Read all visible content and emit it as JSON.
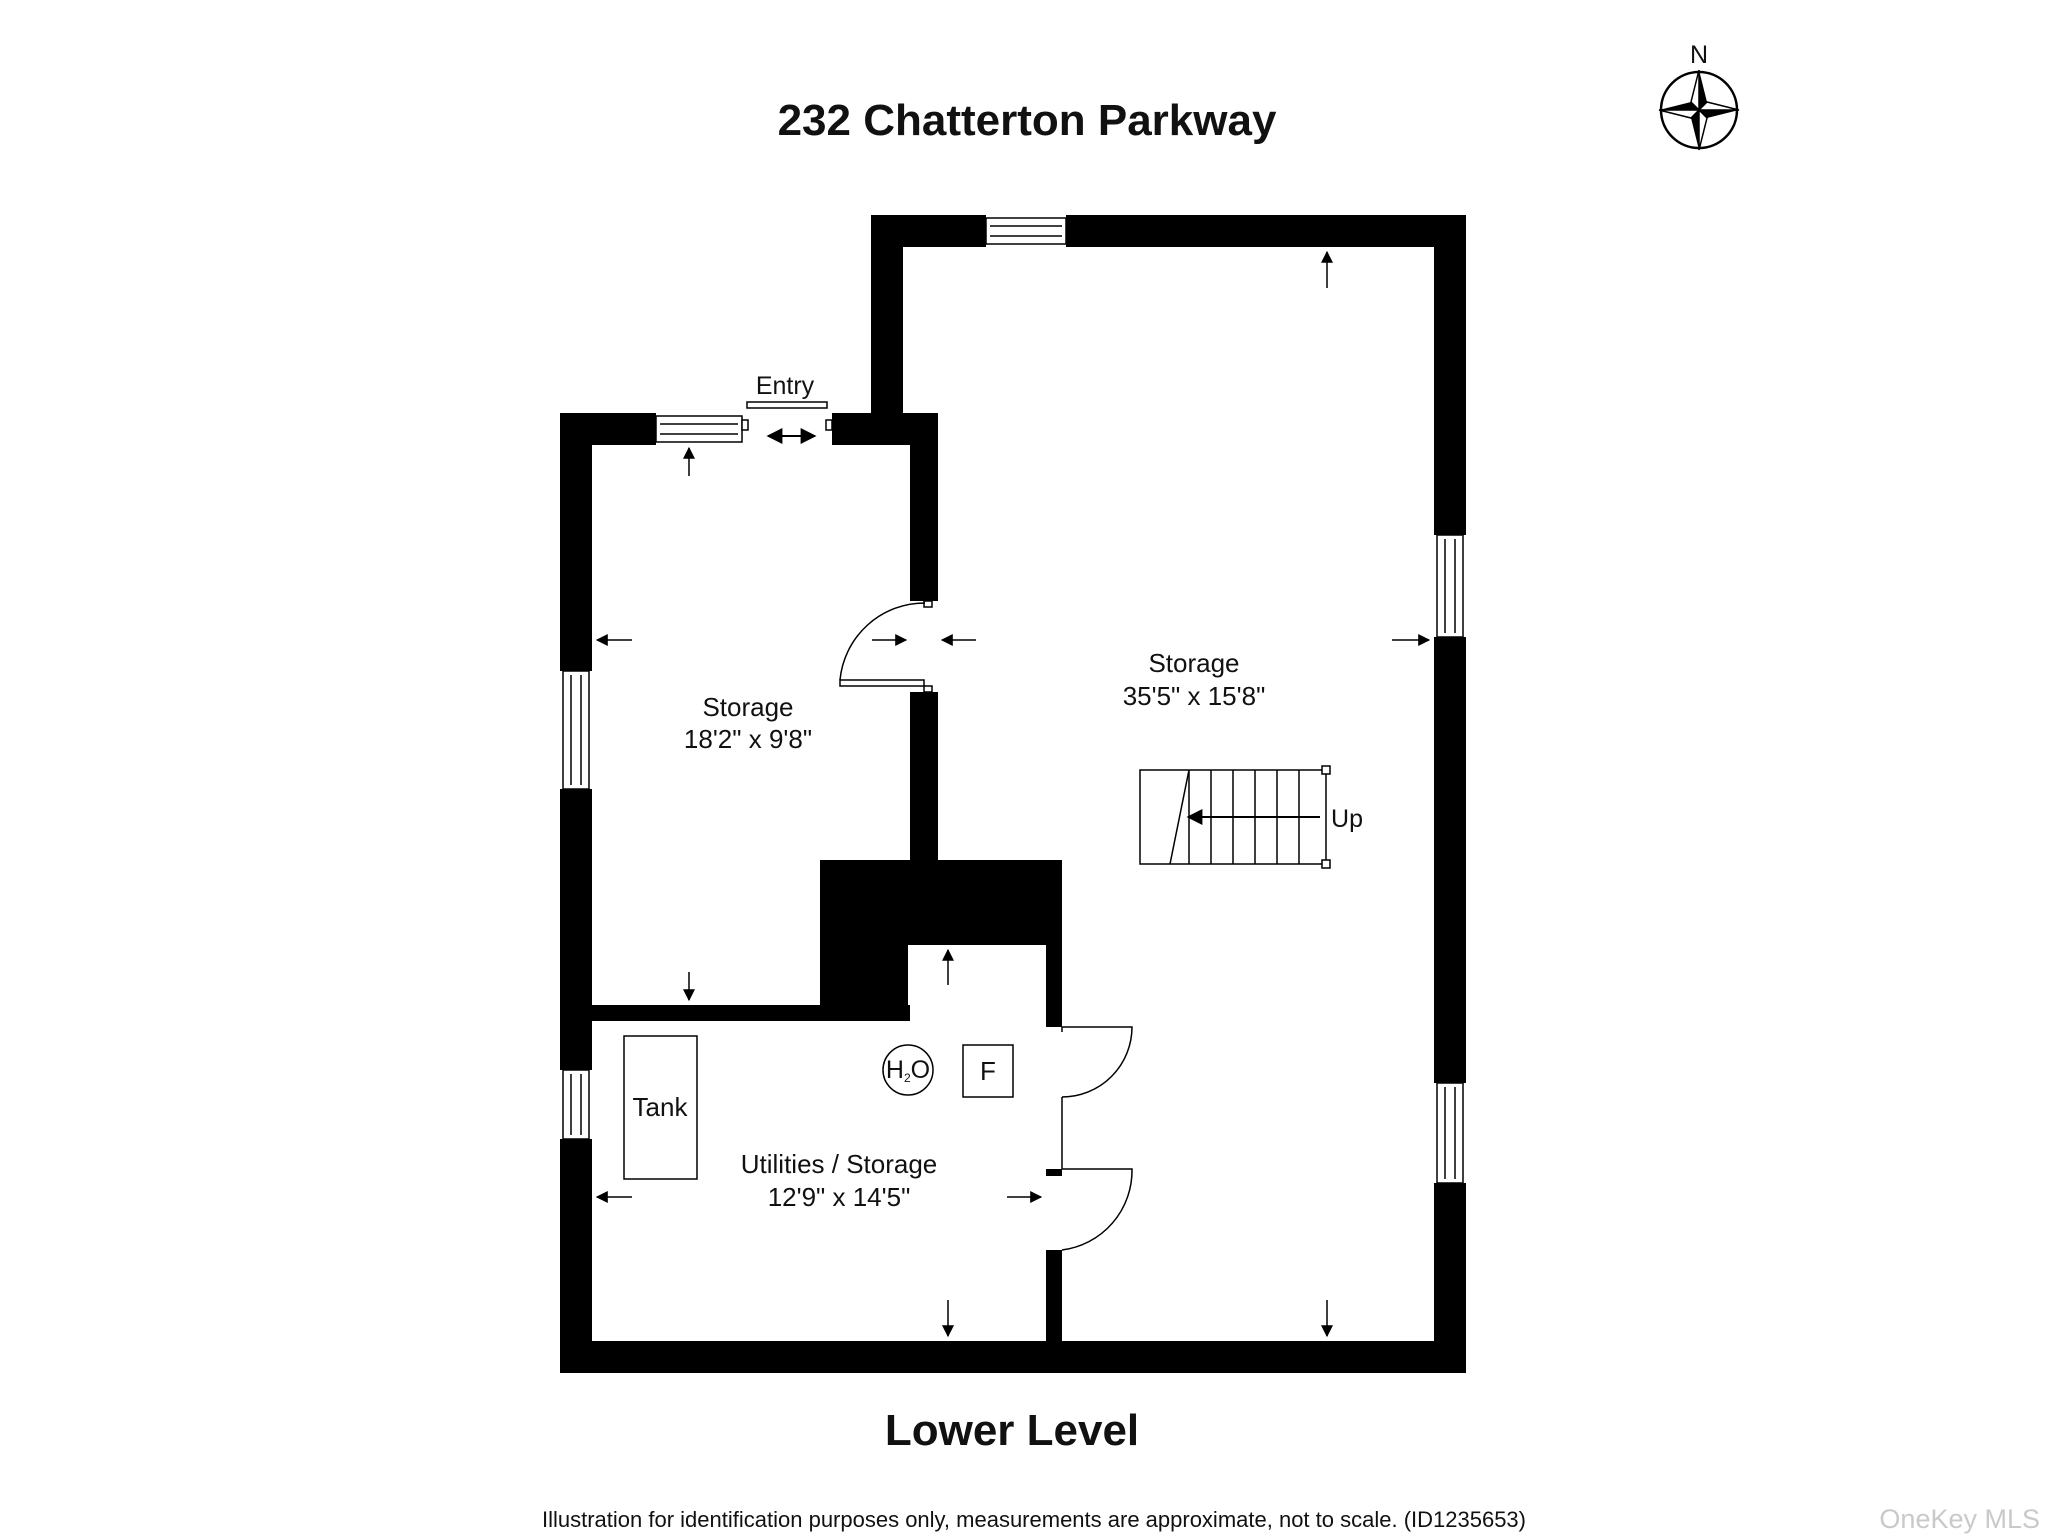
{
  "title": "232 Chatterton Parkway",
  "compass": {
    "north_label": "N"
  },
  "rooms": {
    "storage_west": {
      "name": "Storage",
      "dims": "18'2\" x 9'8\""
    },
    "storage_east": {
      "name": "Storage",
      "dims": "35'5\" x 15'8\""
    },
    "utilities": {
      "name": "Utilities / Storage",
      "dims": "12'9\" x 14'5\""
    }
  },
  "labels": {
    "entry": "Entry",
    "stairs_up": "Up",
    "tank": "Tank",
    "water_heater": "H2O",
    "furnace": "F"
  },
  "level_name": "Lower Level",
  "disclaimer": "Illustration for identification purposes only, measurements are approximate, not to scale. (ID1235653)",
  "brand": "OneKey MLS",
  "colors": {
    "wall": "#000000",
    "background": "#ffffff",
    "brand_text": "#c9c9c9"
  }
}
